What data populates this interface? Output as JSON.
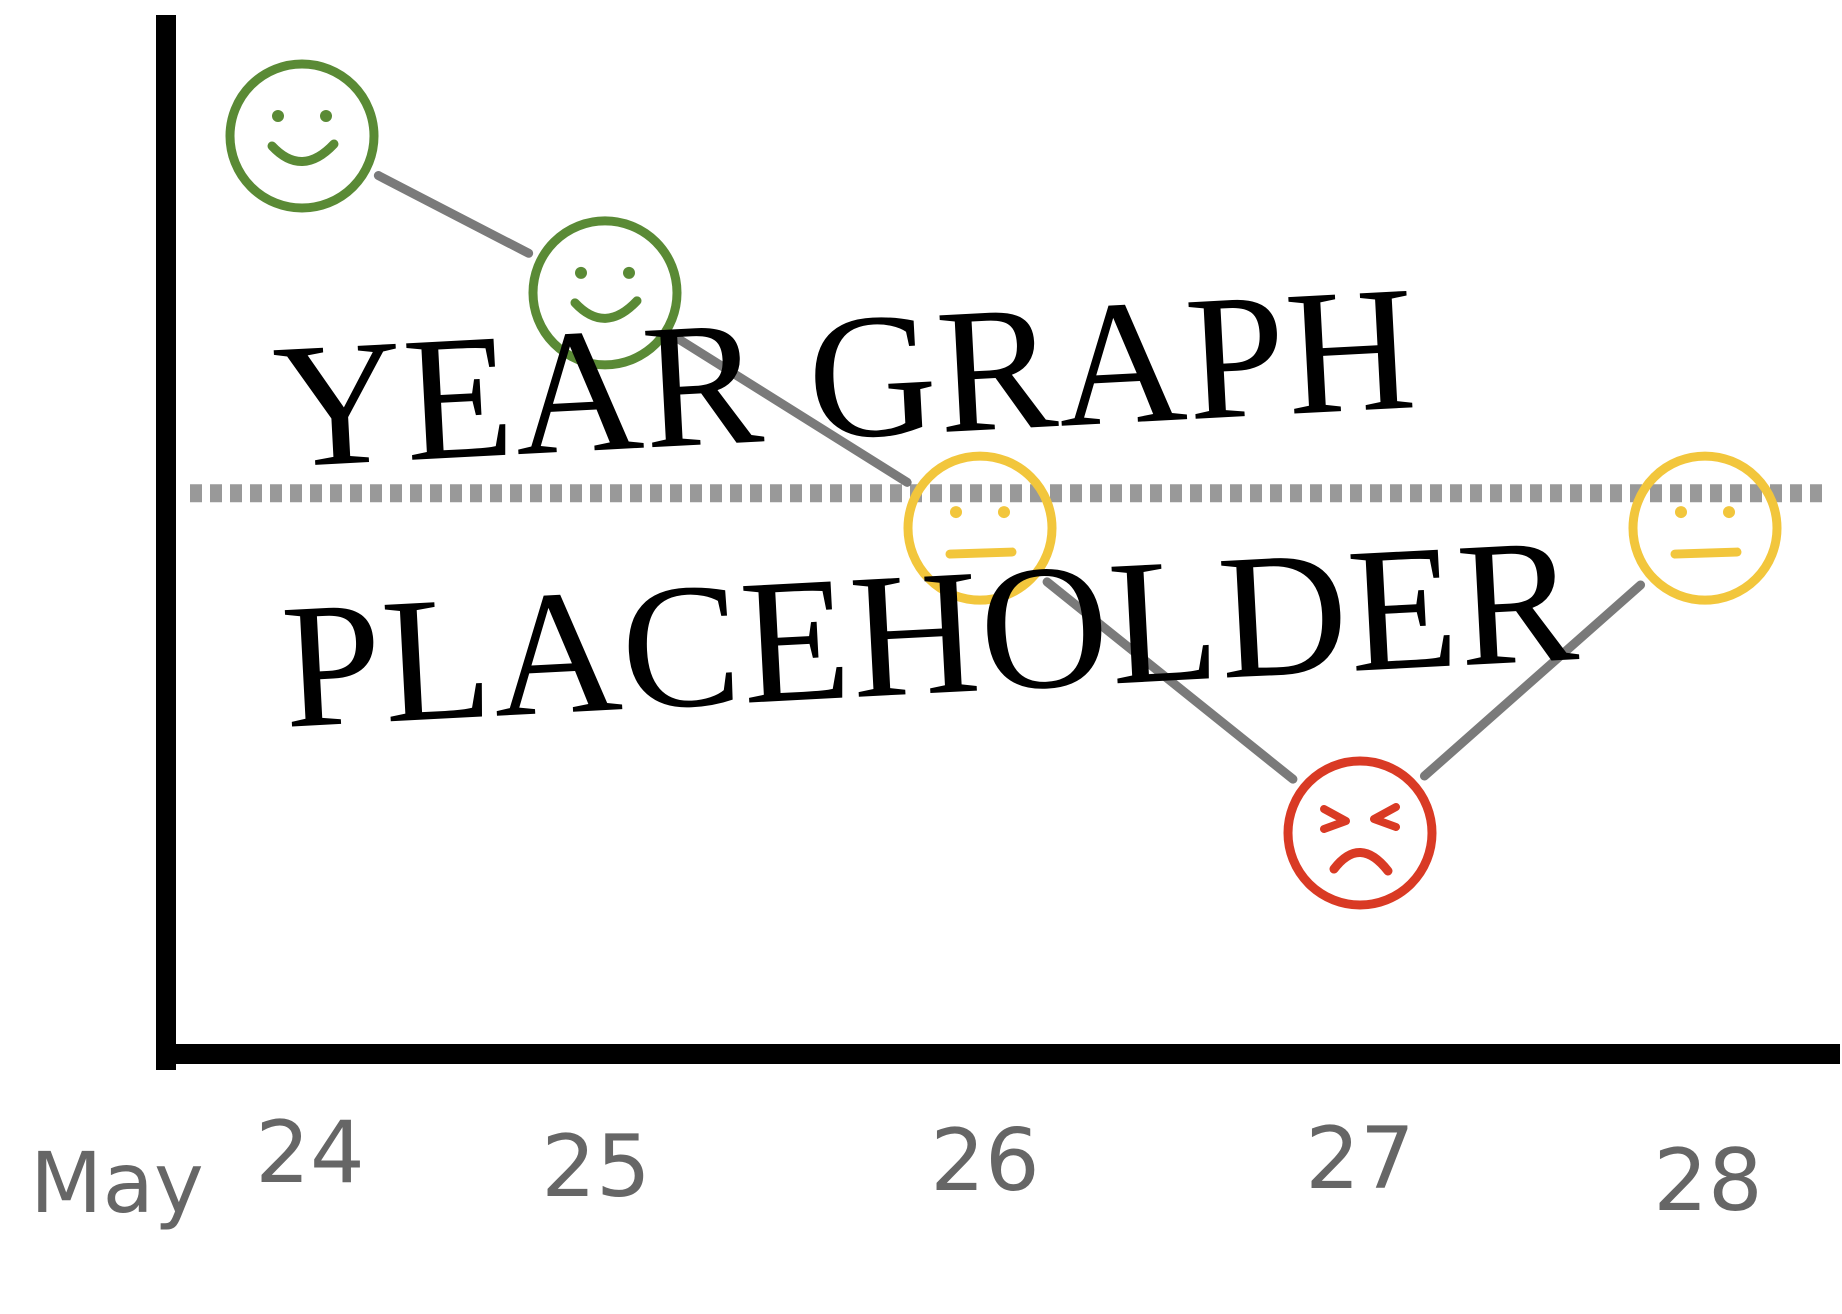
{
  "chart_data": {
    "type": "line",
    "title_lines": [
      "YEAR GRAPH",
      "PLACEHOLDER"
    ],
    "x_month_label": "May",
    "categories": [
      "24",
      "25",
      "26",
      "27",
      "28"
    ],
    "mood_faces": [
      "happy",
      "happy",
      "neutral",
      "angry",
      "neutral"
    ],
    "values": [
      4,
      3.1,
      1.75,
      0,
      1.75
    ],
    "reference_line": 1.95,
    "ylim": [
      -1.5,
      4.5
    ],
    "grid": false,
    "colors": {
      "happy": "#5a8a35",
      "neutral": "#f2c63c",
      "angry": "#d93a24",
      "connector": "#7a7a7a",
      "reference": "#999999",
      "axis": "#000000",
      "tick_text": "#666666"
    }
  }
}
